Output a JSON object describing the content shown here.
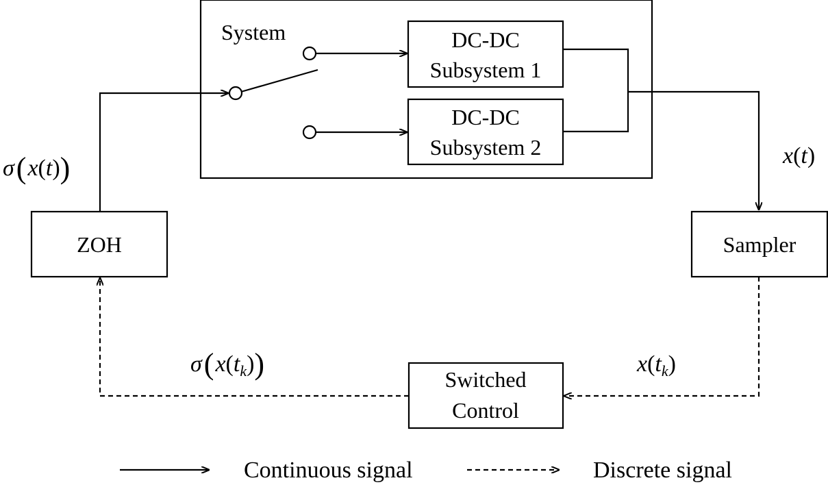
{
  "system": {
    "label": "System",
    "subsystem1": {
      "line1": "DC-DC",
      "line2": "Subsystem 1"
    },
    "subsystem2": {
      "line1": "DC-DC",
      "line2": "Subsystem 2"
    }
  },
  "blocks": {
    "zoh": "ZOH",
    "sampler": "Sampler",
    "switched_control": {
      "line1": "Switched",
      "line2": "Control"
    }
  },
  "signals": {
    "sigma": "σ",
    "x": "x",
    "t": "t",
    "k": "k",
    "x_of_t": "x(t)",
    "sigma_x_t": "σ(x(t))",
    "x_t_k": "x(t_k)",
    "sigma_x_t_k": "σ(x(t_k))"
  },
  "legend": {
    "continuous": "Continuous signal",
    "discrete": "Discrete signal"
  }
}
